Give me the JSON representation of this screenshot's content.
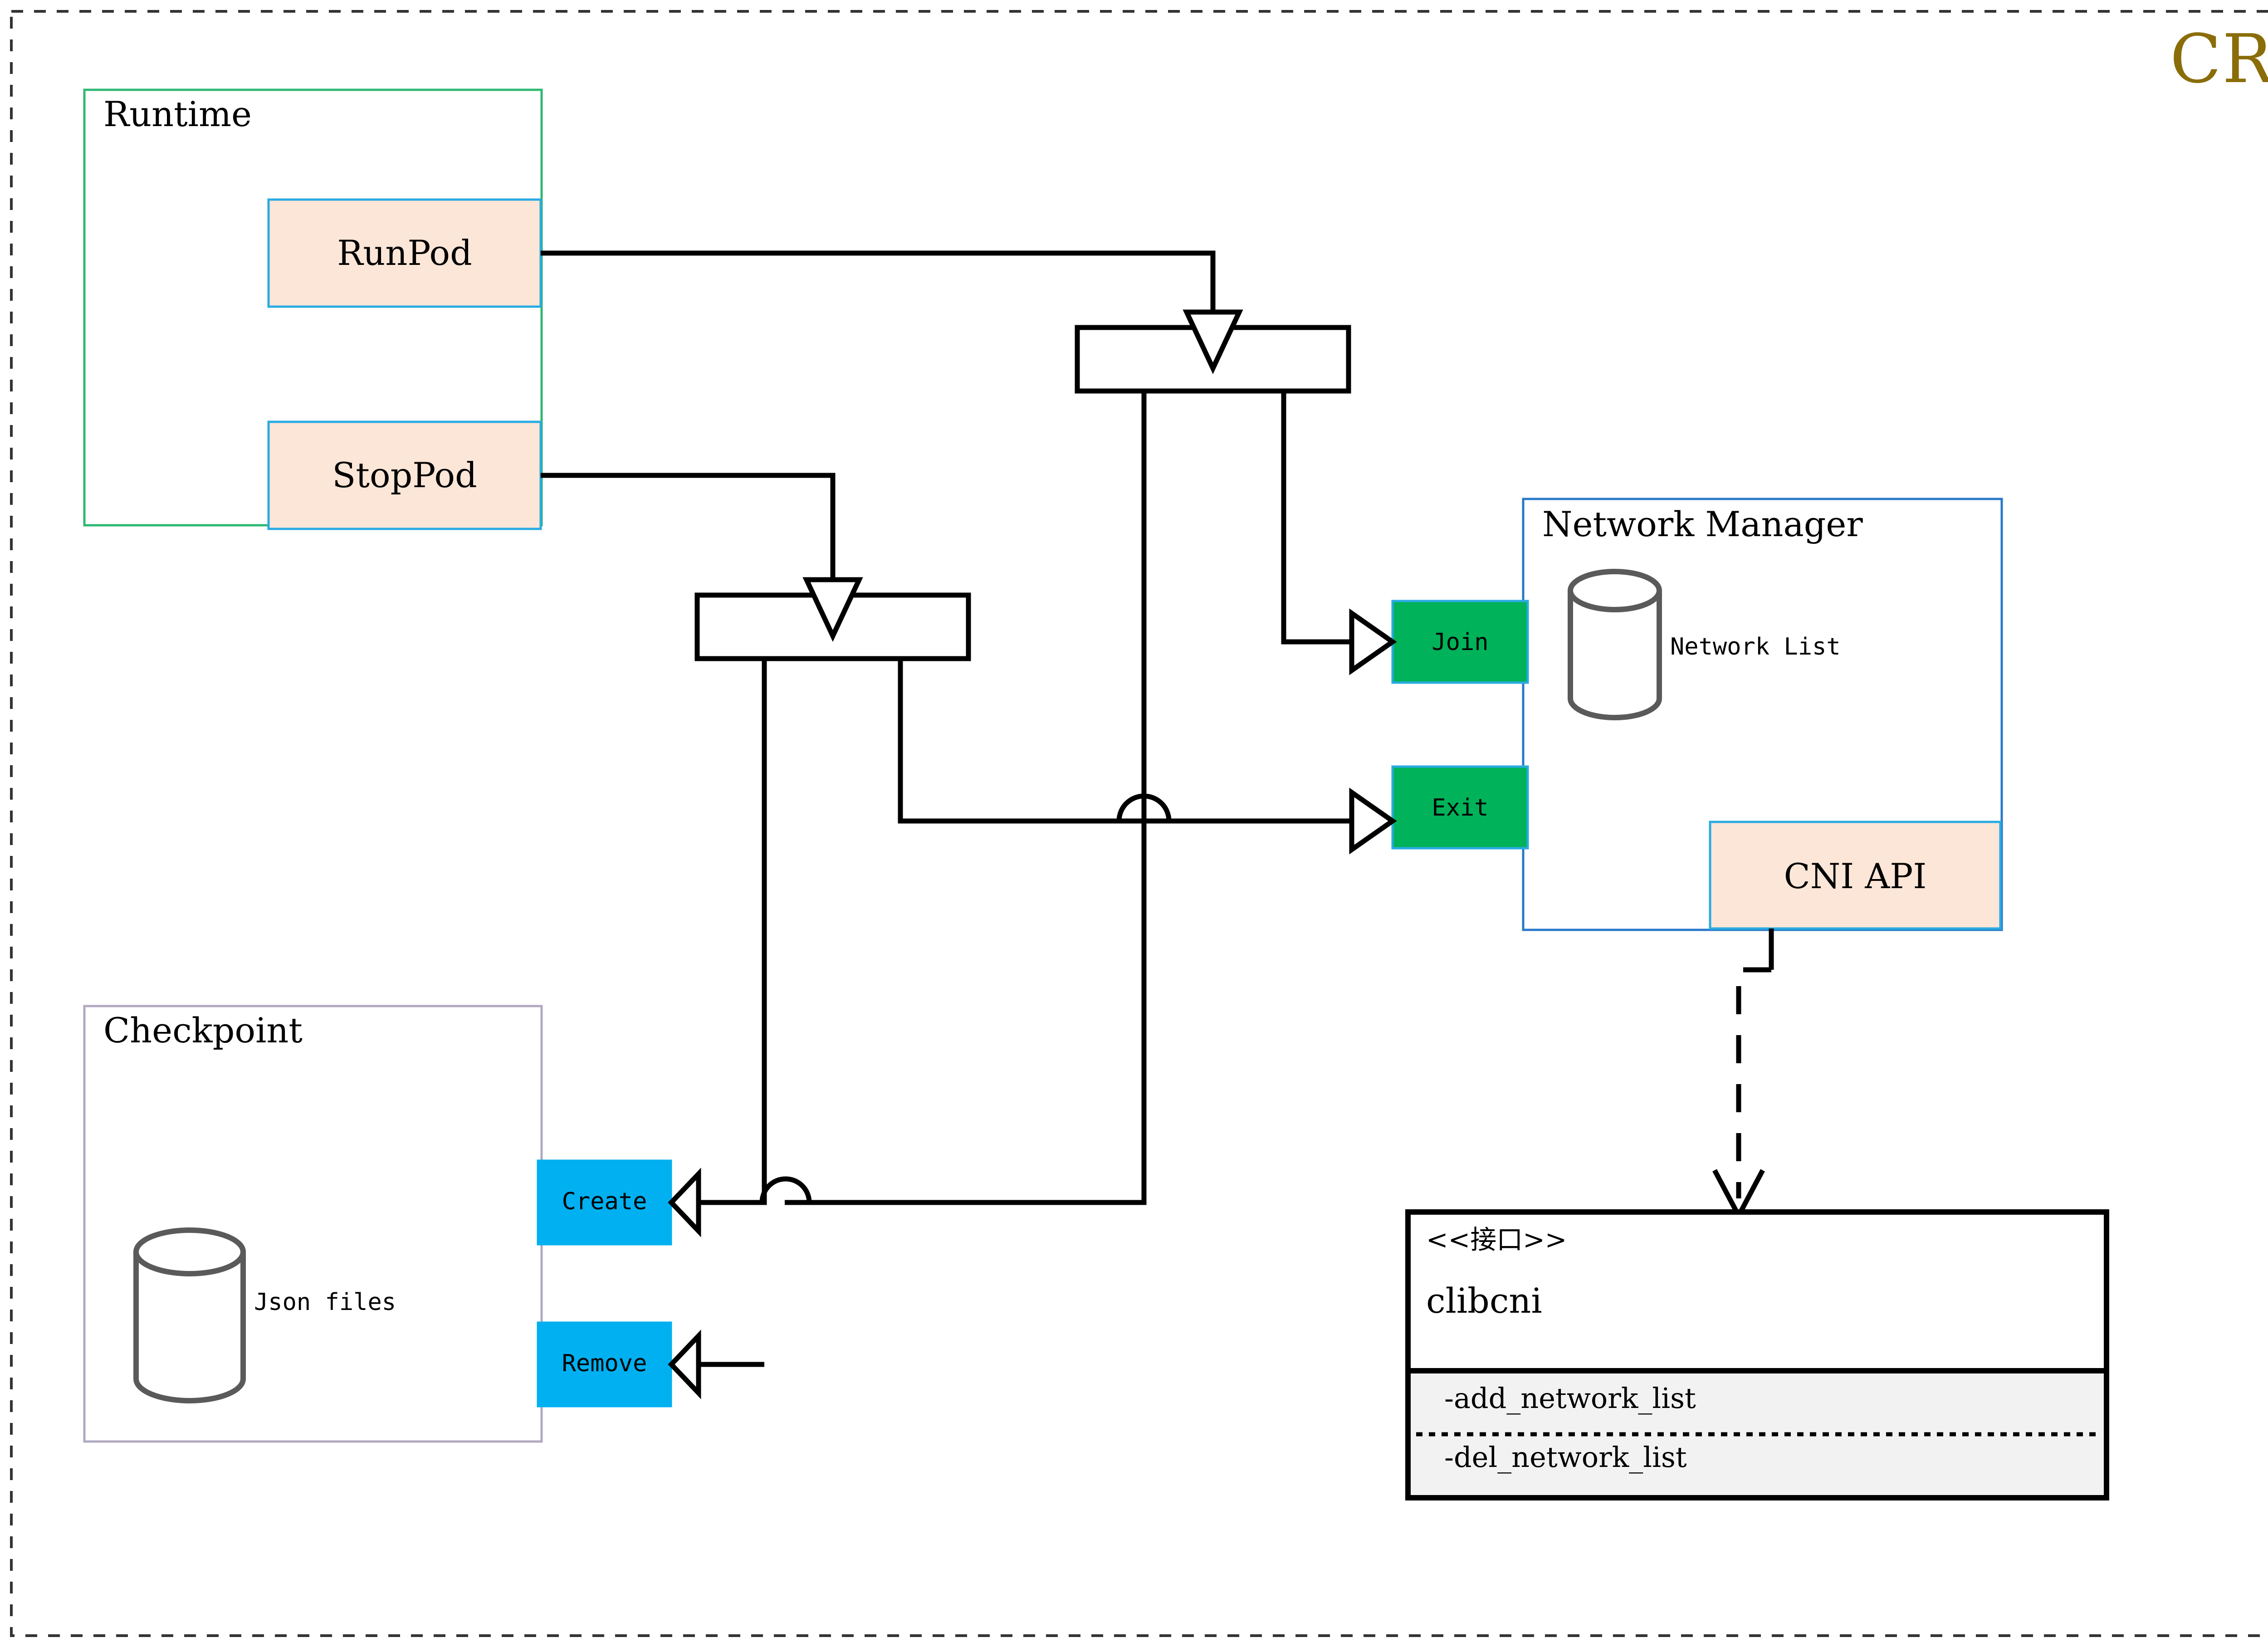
{
  "diagram": {
    "title": "CRI",
    "title_color": "#8a6d09",
    "outer_border_style": "dashed",
    "packages": [
      {
        "id": "runtime",
        "label": "Runtime",
        "border_color": "#2eb872",
        "members": [
          {
            "id": "runpod",
            "label": "RunPod",
            "fill": "#fce6d7",
            "border": "#29abe2"
          },
          {
            "id": "stoppod",
            "label": "StopPod",
            "fill": "#fce6d7",
            "border": "#29abe2"
          }
        ]
      },
      {
        "id": "network-manager",
        "label": "Network Manager",
        "border_color": "#2878c8",
        "store_label": "Network List",
        "members": [
          {
            "id": "join",
            "label": "Join",
            "fill": "#00b259",
            "border": "#29abe2"
          },
          {
            "id": "exit",
            "label": "Exit",
            "fill": "#00b259",
            "border": "#29abe2"
          },
          {
            "id": "cni-api",
            "label": "CNI API",
            "fill": "#fce6d7",
            "border": "#29abe2"
          }
        ]
      },
      {
        "id": "checkpoint",
        "label": "Checkpoint",
        "border_color": "#b0a8c0",
        "store_label": "Json files",
        "members": [
          {
            "id": "create",
            "label": "Create",
            "fill": "#00b0f0",
            "border": "#00b0f0"
          },
          {
            "id": "remove",
            "label": "Remove",
            "fill": "#00b0f0",
            "border": "#00b0f0"
          }
        ]
      }
    ],
    "interface": {
      "stereotype": "<<接口>>",
      "name": "clibcni",
      "methods": [
        "-add_network_list",
        "-del_network_list"
      ],
      "methods_fill": "#f2f2f2",
      "border_color": "#000000"
    },
    "forks": [
      {
        "id": "fork-runpod",
        "label": ""
      },
      {
        "id": "fork-stoppod",
        "label": ""
      }
    ],
    "edge_color": "#000000",
    "realization_style": "dashed"
  }
}
